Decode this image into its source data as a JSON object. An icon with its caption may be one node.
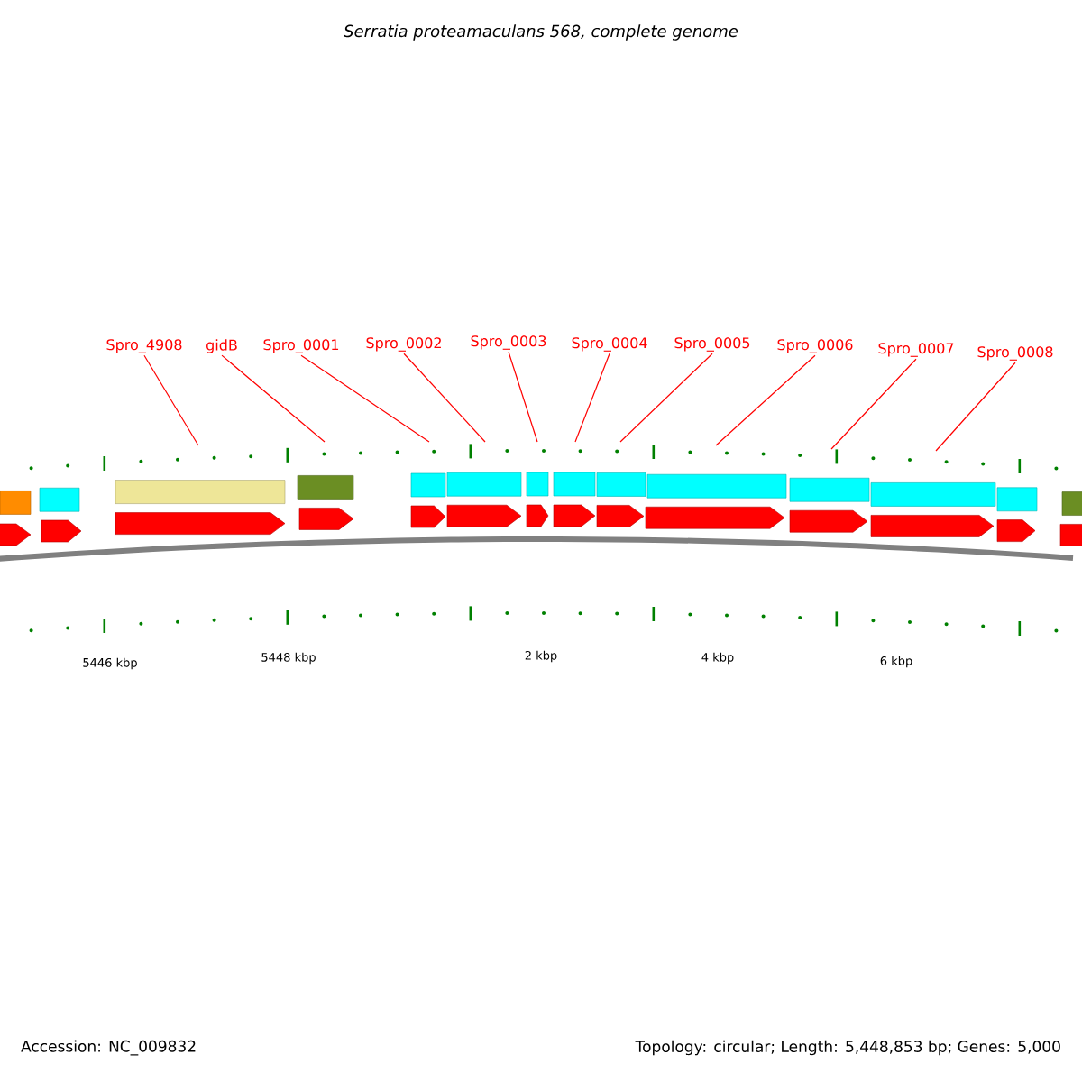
{
  "diagram": {
    "title": "Serratia proteamaculans 568, complete genome",
    "nodes": [
      {
        "text": [
          "Spro_4908"
        ]
      },
      {
        "text": [
          "gidB"
        ]
      },
      {
        "text": [
          "Spro_0001"
        ]
      },
      {
        "text": [
          "Spro_0002"
        ]
      },
      {
        "text": [
          "Spro_0003"
        ]
      },
      {
        "text": [
          "Spro_0004"
        ]
      },
      {
        "text": [
          "Spro_0005"
        ]
      },
      {
        "text": [
          "Spro_0006"
        ]
      },
      {
        "text": [
          "Spro_0007"
        ]
      },
      {
        "text": [
          "Spro_0008"
        ]
      }
    ],
    "edges": [
      {
        "from": 0,
        "to": null,
        "arrow": "none",
        "color": "#ff0000"
      },
      {
        "from": 1,
        "to": null,
        "arrow": "none",
        "color": "#ff0000"
      },
      {
        "from": 2,
        "to": null,
        "arrow": "none",
        "color": "#ff0000"
      },
      {
        "from": 3,
        "to": null,
        "arrow": "none",
        "color": "#ff0000"
      },
      {
        "from": 4,
        "to": null,
        "arrow": "none",
        "color": "#ff0000"
      },
      {
        "from": 5,
        "to": null,
        "arrow": "none",
        "color": "#ff0000"
      },
      {
        "from": 6,
        "to": null,
        "arrow": "none",
        "color": "#ff0000"
      },
      {
        "from": 7,
        "to": null,
        "arrow": "none",
        "color": "#ff0000"
      },
      {
        "from": 8,
        "to": null,
        "arrow": "none",
        "color": "#ff0000"
      },
      {
        "from": 9,
        "to": null,
        "arrow": "none",
        "color": "#ff0000"
      }
    ],
    "labels": [
      "5446 kbp",
      "5448 kbp",
      "2 kbp",
      "4 kbp",
      "6 kbp",
      "Accession: NC_009832",
      "Topology: circular; Length: 5,448,853 bp; Genes: 5,000"
    ]
  }
}
